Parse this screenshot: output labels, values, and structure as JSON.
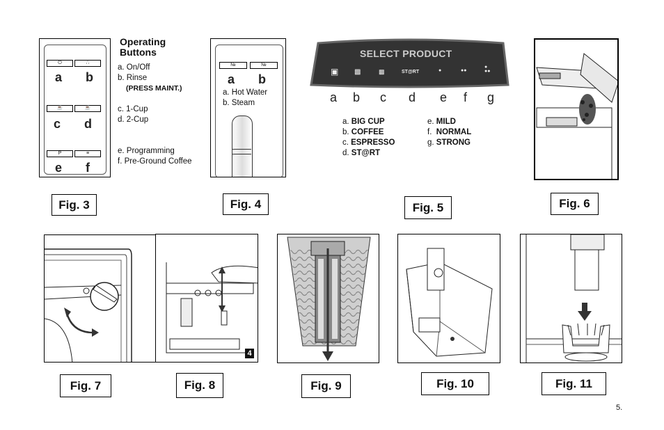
{
  "fig3": {
    "heading": "Operating Buttons",
    "heading_line1": "Operating",
    "heading_line2": "Buttons",
    "letters": [
      "a",
      "b",
      "c",
      "d",
      "e",
      "f"
    ],
    "items": [
      "a. On/Off",
      "b. Rinse",
      "(PRESS MAINT.)",
      "c. 1-Cup",
      "d. 2-Cup",
      "e. Programming",
      "f.  Pre-Ground Coffee"
    ],
    "label": "Fig. 3"
  },
  "fig4": {
    "letters": [
      "a",
      "b"
    ],
    "items": [
      "a. Hot Water",
      "b. Steam"
    ],
    "label": "Fig. 4"
  },
  "fig5": {
    "display": "SELECT PRODUCT",
    "button_start_text": "ST@RT",
    "letters": [
      "a",
      "b",
      "c",
      "d",
      "e",
      "f",
      "g"
    ],
    "list_left": [
      "a. BIG CUP",
      "b. COFFEE",
      "c. ESPRESSO",
      "d. ST@RT"
    ],
    "list_right": [
      "e. MILD",
      "f.  NORMAL",
      "g. STRONG"
    ],
    "label": "Fig. 5"
  },
  "fig6": {
    "label": "Fig. 6"
  },
  "fig7": {
    "label": "Fig. 7"
  },
  "fig8": {
    "label": "Fig. 8",
    "badge": "4"
  },
  "fig9": {
    "label": "Fig. 9"
  },
  "fig10": {
    "label": "Fig. 10"
  },
  "fig11": {
    "label": "Fig. 11"
  },
  "page_number": "5."
}
